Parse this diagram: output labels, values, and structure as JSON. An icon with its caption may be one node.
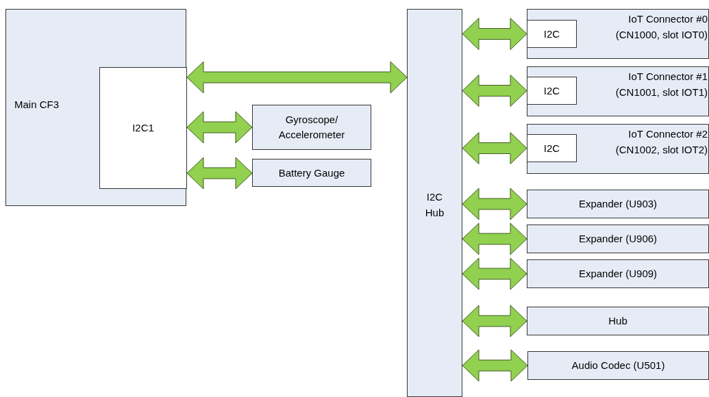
{
  "diagram": {
    "nodes": [
      {
        "text": [
          "Main CF3"
        ]
      },
      {
        "text": [
          "I2C1"
        ],
        "in": 0
      },
      {
        "text": [
          "Gyroscope/ Accelerometer"
        ]
      },
      {
        "text": [
          "Battery Gauge"
        ]
      },
      {
        "text": [
          "I2C Hub"
        ]
      },
      {
        "text": [
          "IoT Connector #0 (CN1000, slot IOT0)"
        ]
      },
      {
        "text": [
          "I2C"
        ],
        "in": 5
      },
      {
        "text": [
          "IoT Connector #1 (CN1001, slot IOT1)"
        ]
      },
      {
        "text": [
          "I2C"
        ],
        "in": 7
      },
      {
        "text": [
          "IoT Connector #2 (CN1002, slot IOT2)"
        ]
      },
      {
        "text": [
          "I2C"
        ],
        "in": 9
      },
      {
        "text": [
          "Expander (U903)"
        ]
      },
      {
        "text": [
          "Expander (U906)"
        ]
      },
      {
        "text": [
          "Expander (U909)"
        ]
      },
      {
        "text": [
          "Hub"
        ]
      },
      {
        "text": [
          "Audio Codec (U501)"
        ]
      }
    ],
    "edges": [
      {
        "from": 1,
        "to": 4,
        "arrow": "both"
      },
      {
        "from": 1,
        "to": 2,
        "arrow": "both"
      },
      {
        "from": 1,
        "to": 3,
        "arrow": "both"
      },
      {
        "from": 4,
        "to": 6,
        "arrow": "both"
      },
      {
        "from": 4,
        "to": 8,
        "arrow": "both"
      },
      {
        "from": 4,
        "to": 10,
        "arrow": "both"
      },
      {
        "from": 4,
        "to": 11,
        "arrow": "both"
      },
      {
        "from": 4,
        "to": 12,
        "arrow": "both"
      },
      {
        "from": 4,
        "to": 13,
        "arrow": "both"
      },
      {
        "from": 4,
        "to": 14,
        "arrow": "both"
      },
      {
        "from": 4,
        "to": 15,
        "arrow": "both"
      }
    ]
  }
}
